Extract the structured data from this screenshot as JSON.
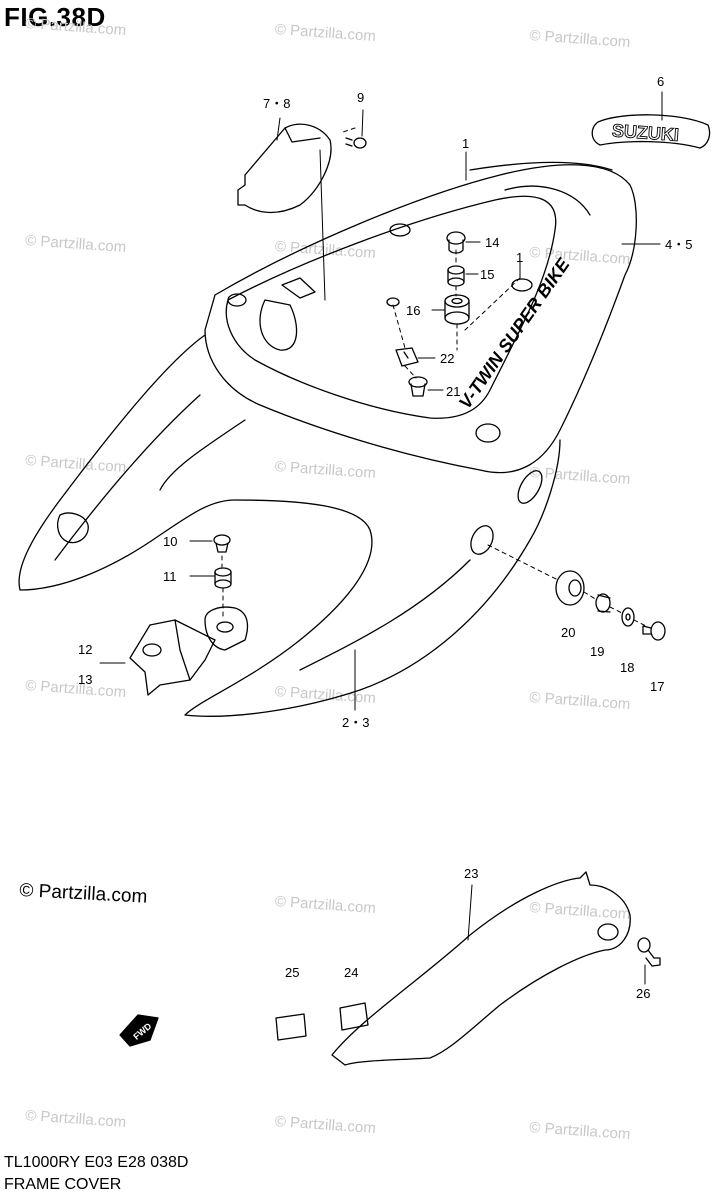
{
  "figure": {
    "title": "FIG.38D",
    "credit": "© Partzilla.com",
    "watermark": "© Partzilla.com",
    "footer_model": "TL1000RY  E03  E28  038D",
    "footer_name": "FRAME COVER",
    "logo_text": "SUZUKI",
    "decal_text": "V-TWIN SUPER BIKE",
    "fwd_text": "FWD"
  },
  "callouts": [
    {
      "id": "c1a",
      "text": "1"
    },
    {
      "id": "c1b",
      "text": "1"
    },
    {
      "id": "c23",
      "text": "2・3"
    },
    {
      "id": "c45",
      "text": "4・5"
    },
    {
      "id": "c6",
      "text": "6"
    },
    {
      "id": "c78",
      "text": "7・8"
    },
    {
      "id": "c9",
      "text": "9"
    },
    {
      "id": "c10",
      "text": "10"
    },
    {
      "id": "c11",
      "text": "11"
    },
    {
      "id": "c12",
      "text": "12"
    },
    {
      "id": "c13",
      "text": "13"
    },
    {
      "id": "c14",
      "text": "14"
    },
    {
      "id": "c15",
      "text": "15"
    },
    {
      "id": "c16",
      "text": "16"
    },
    {
      "id": "c17",
      "text": "17"
    },
    {
      "id": "c18",
      "text": "18"
    },
    {
      "id": "c19",
      "text": "19"
    },
    {
      "id": "c20",
      "text": "20"
    },
    {
      "id": "c21",
      "text": "21"
    },
    {
      "id": "c22",
      "text": "22"
    },
    {
      "id": "c23b",
      "text": "23"
    },
    {
      "id": "c24",
      "text": "24"
    },
    {
      "id": "c25",
      "text": "25"
    },
    {
      "id": "c26",
      "text": "26"
    }
  ]
}
